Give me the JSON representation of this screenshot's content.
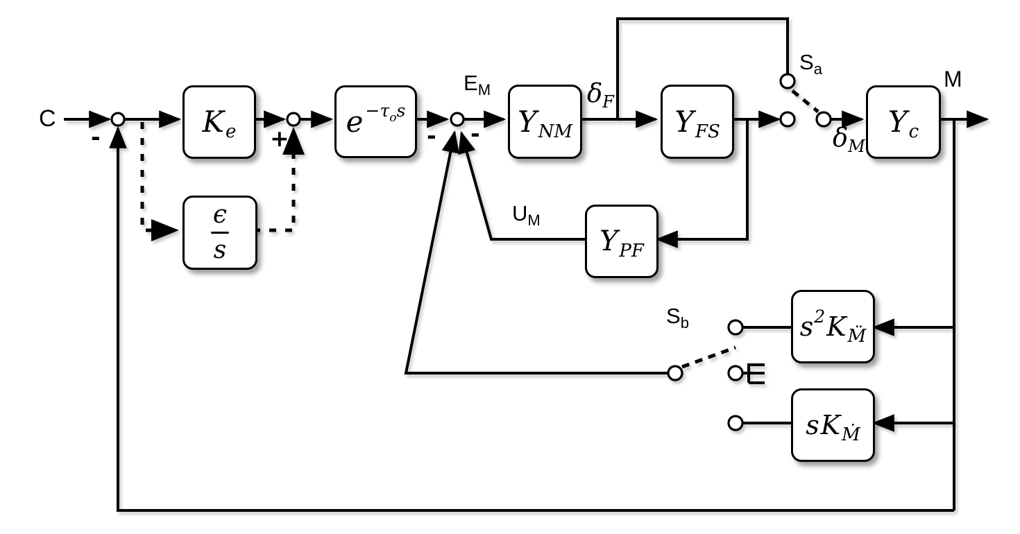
{
  "diagram": {
    "title": "manual-control-loop-block-diagram",
    "colors": {
      "line": "#000000",
      "background": "#ffffff",
      "block_fill": "#ffffff"
    },
    "blocks": {
      "ke": {
        "main": "K",
        "sub": "e"
      },
      "integrator": {
        "num": "ϵ",
        "den": "s"
      },
      "delay": {
        "base": "e",
        "sup_main": "−τ",
        "sup_sub": "o",
        "sup_tail": "s"
      },
      "ynm": {
        "main": "Y",
        "sub": "NM"
      },
      "yfs": {
        "main": "Y",
        "sub": "FS"
      },
      "ypf": {
        "main": "Y",
        "sub": "PF"
      },
      "yc": {
        "main": "Y",
        "sub": "c"
      },
      "s2k": {
        "pre": "s",
        "pre_sup": "2",
        "main": "K",
        "sub": "M̈"
      },
      "sk": {
        "pre": "s",
        "main": "K",
        "sub": "Ṁ"
      }
    },
    "labels": {
      "input": {
        "main": "C"
      },
      "em": {
        "main": "E",
        "sub": "M"
      },
      "delta_f": {
        "main": "δ",
        "sub": "F"
      },
      "um": {
        "main": "U",
        "sub": "M"
      },
      "sa": {
        "main": "S",
        "sub": "a"
      },
      "delta_m": {
        "main": "δ",
        "sub": "M"
      },
      "output": {
        "main": "M"
      },
      "sb": {
        "main": "S",
        "sub": "b"
      }
    },
    "signs": {
      "j1_minus": "-",
      "j2_plus": "+",
      "j3_minus_left": "-",
      "j3_minus_right": "-"
    }
  }
}
